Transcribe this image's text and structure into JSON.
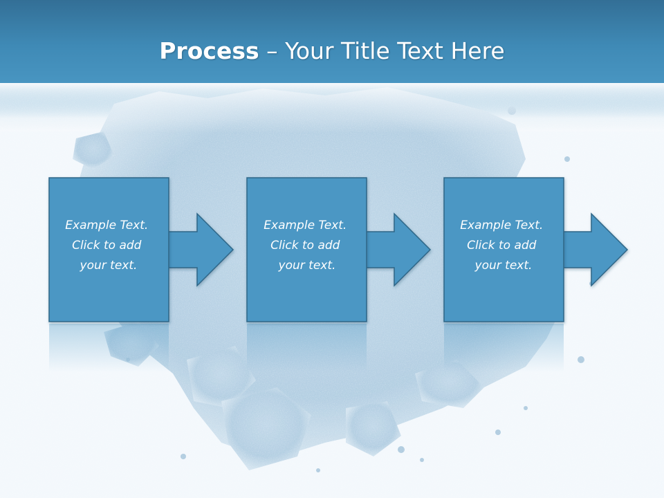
{
  "slide": {
    "title_bold": "Process",
    "title_rest": " – Your Title Text Here"
  },
  "steps": [
    {
      "lines": [
        "Example Text.",
        "Click  to add",
        "your text."
      ]
    },
    {
      "lines": [
        "Example Text.",
        "Click  to add",
        "your text."
      ]
    },
    {
      "lines": [
        "Example Text.",
        "Click  to add",
        "your text."
      ]
    }
  ],
  "colors": {
    "box_fill": "#4b97c4",
    "box_stroke": "#2f6687",
    "header_top": "#336f96",
    "header_mid": "#4a97c3",
    "background": "#f3f8fc"
  },
  "icons": [
    "crushed-powder-background",
    "arrow-right-icon"
  ]
}
